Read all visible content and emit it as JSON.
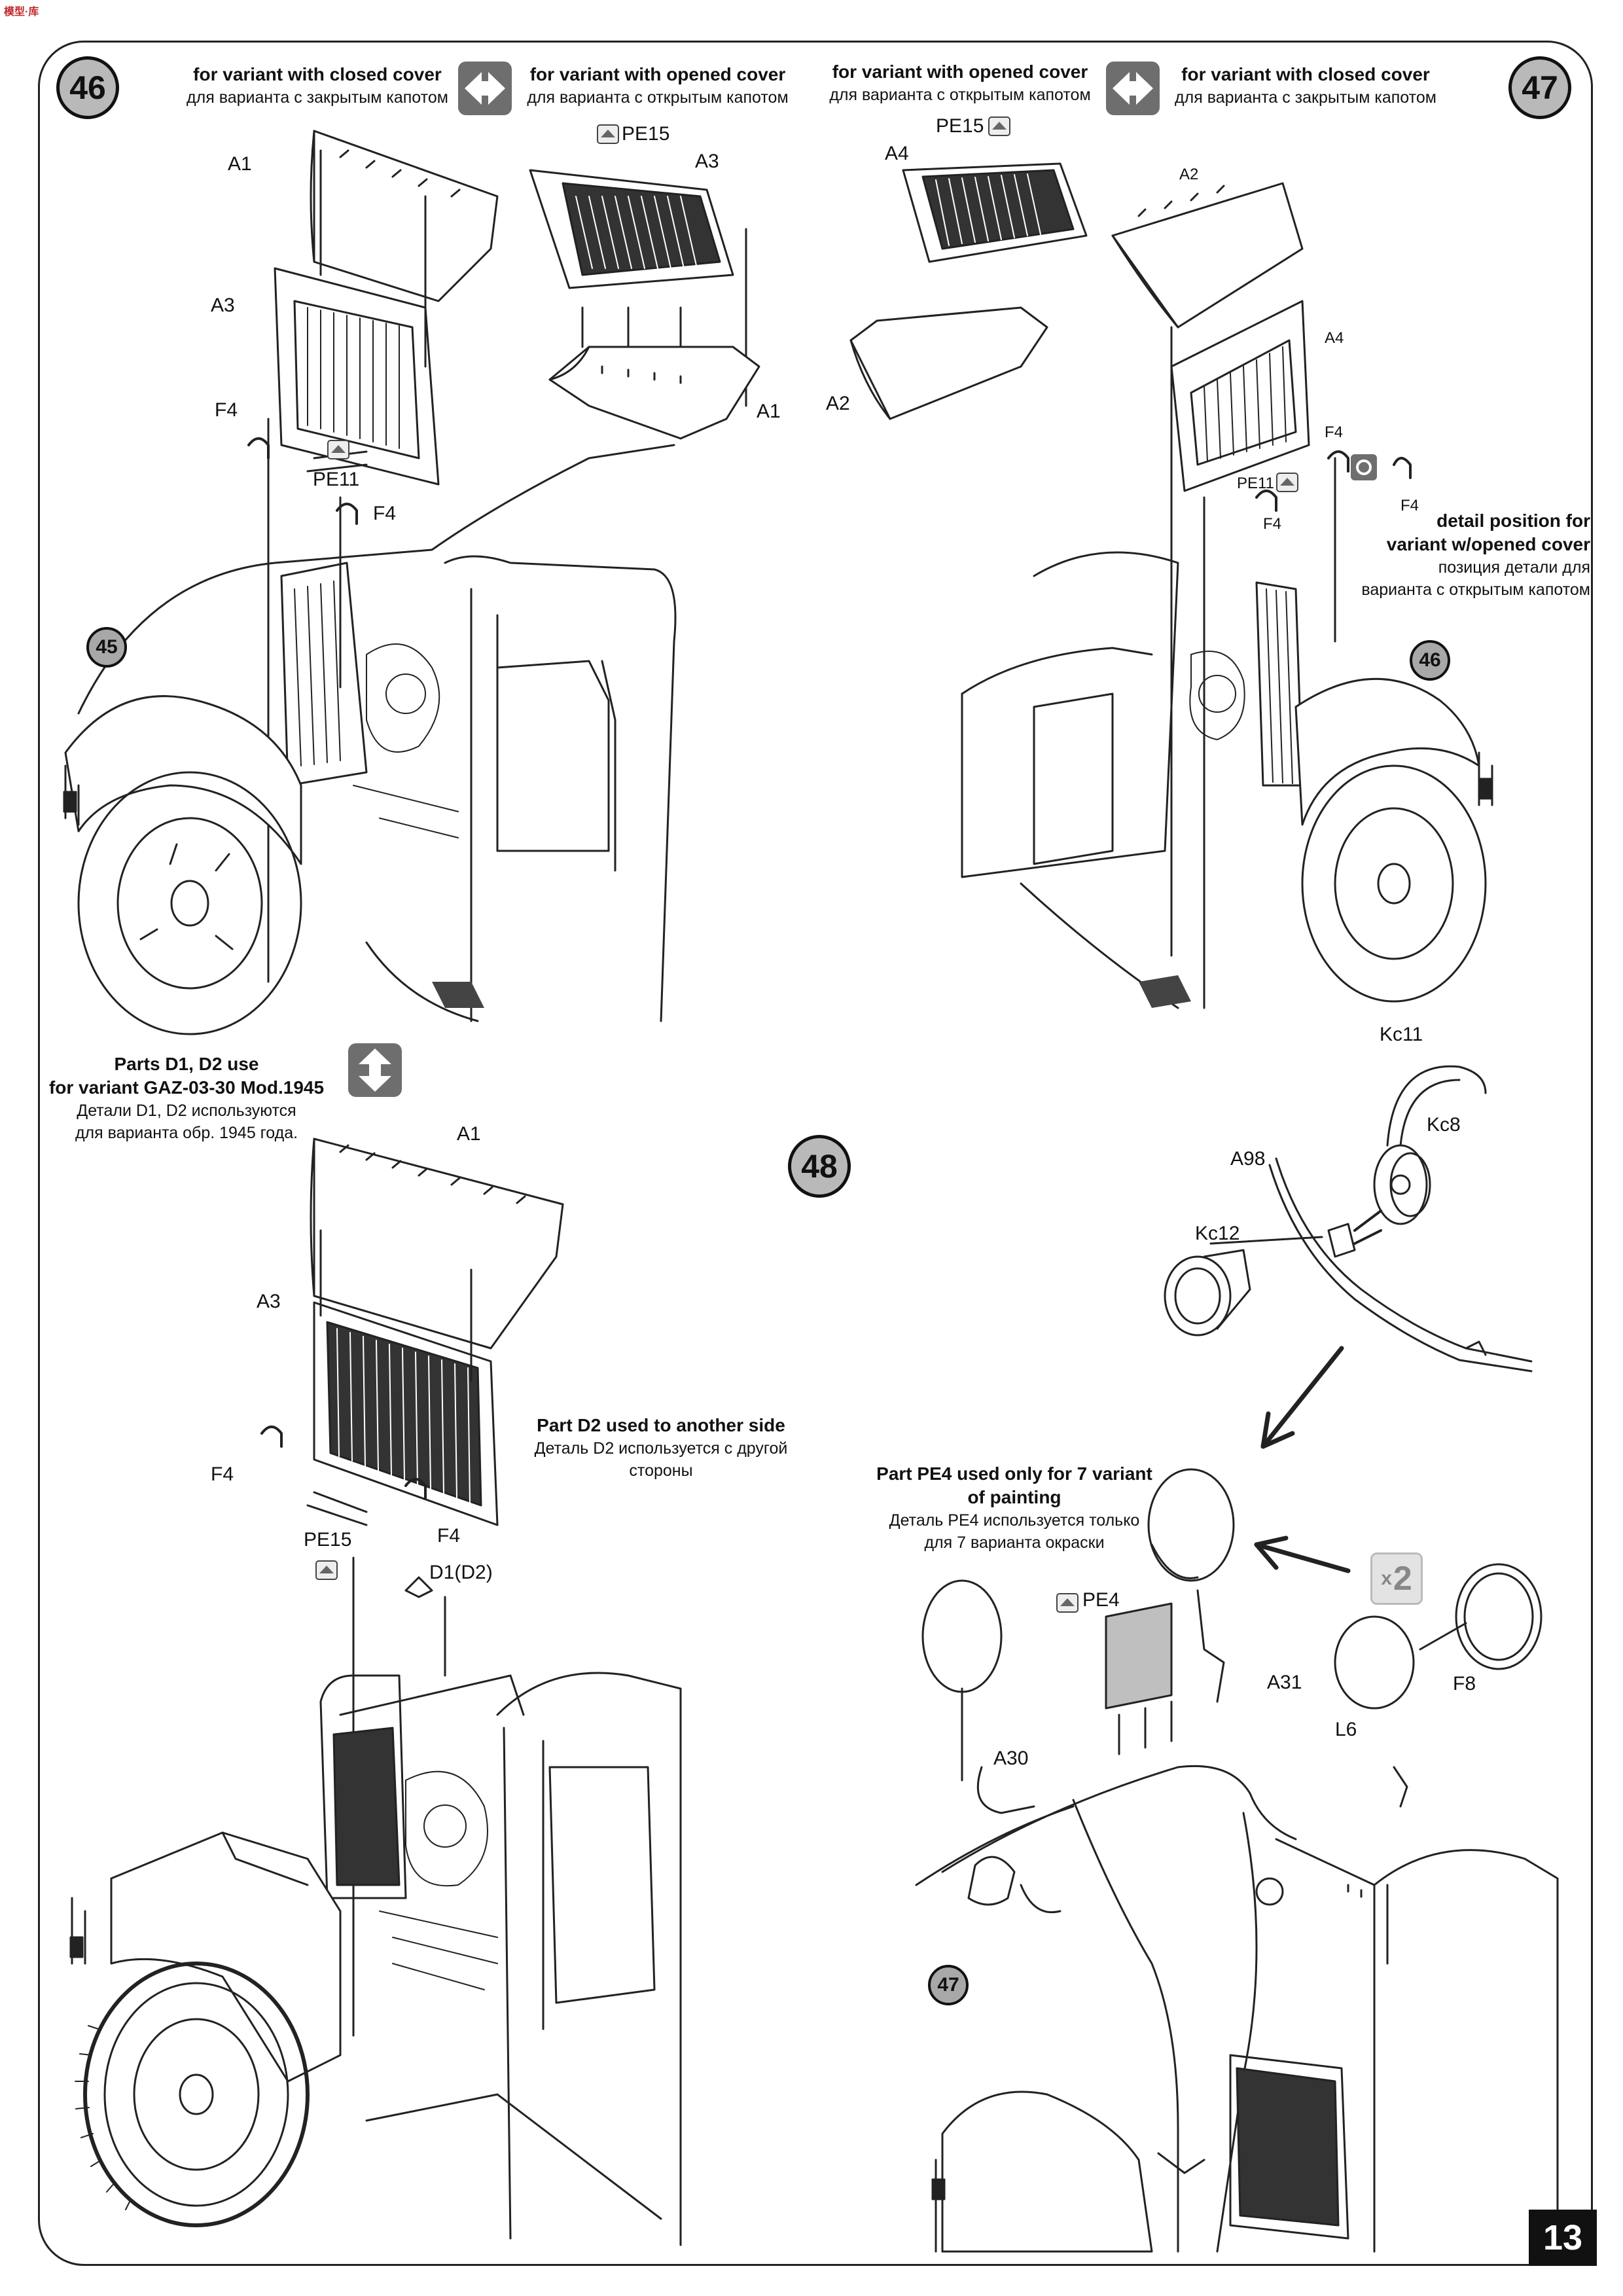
{
  "page": {
    "number": "13",
    "watermark": "模型·库"
  },
  "steps": {
    "s46": "46",
    "s47": "47",
    "s48": "48"
  },
  "refs": {
    "r45": "45",
    "r46": "46",
    "r47": "47"
  },
  "notes": {
    "closed_left": {
      "en": "for variant with closed cover",
      "ru": "для варианта с закрытым капотом"
    },
    "opened_left": {
      "en": "for variant with opened cover",
      "ru": "для варианта с открытым капотом"
    },
    "opened_right": {
      "en": "for variant with opened cover",
      "ru": "для варианта с открытым капотом"
    },
    "closed_right": {
      "en": "for variant with closed cover",
      "ru": "для варианта с закрытым капотом"
    },
    "detail_position": {
      "en1": "detail position for",
      "en2": "variant w/opened cover",
      "ru1": "позиция детали для",
      "ru2": "варианта с открытым капотом"
    },
    "parts_d1d2": {
      "en1": "Parts D1, D2  use",
      "en2": "for variant GAZ-03-30 Mod.1945",
      "ru1": "Детали D1, D2 используются",
      "ru2": "для варианта обр. 1945 года."
    },
    "part_d2": {
      "en": "Part D2 used to another side",
      "ru": "Деталь D2 используется с другой стороны"
    },
    "part_pe4": {
      "en1": "Part PE4  used only  for 7 variant",
      "en2": "of painting",
      "ru1": "Деталь PE4 используется только",
      "ru2": "для 7 варианта окраски"
    }
  },
  "labels": {
    "a1_46": "A1",
    "a3_46": "A3",
    "f4a_46": "F4",
    "pe11_46": "PE11",
    "f4b_46": "F4",
    "pe15_46": "PE15",
    "a3b_46": "A3",
    "a1b_46": "A1",
    "a4_47": "A4",
    "pe15_47": "PE15",
    "a2_47": "A2",
    "a2b_47": "A2",
    "a4b_47": "A4",
    "f4a_47": "F4",
    "pe11_47": "PE11",
    "f4b_47": "F4",
    "f4c_47": "F4",
    "a1_48": "A1",
    "a3_48": "A3",
    "f4a_48": "F4",
    "pe15_48": "PE15",
    "f4b_48": "F4",
    "d1d2_48": "D1(D2)",
    "kc11": "Kc11",
    "kc8": "Kc8",
    "a98": "A98",
    "kc12": "Kc12",
    "pe4": "PE4",
    "a31": "A31",
    "a30": "A30",
    "l6": "L6",
    "f8": "F8"
  },
  "multiplier": {
    "x": "x",
    "n": "2"
  },
  "icons": [
    "swap-variant-icon",
    "rotate-view-icon",
    "photo-etch-icon",
    "arrow-icon"
  ]
}
